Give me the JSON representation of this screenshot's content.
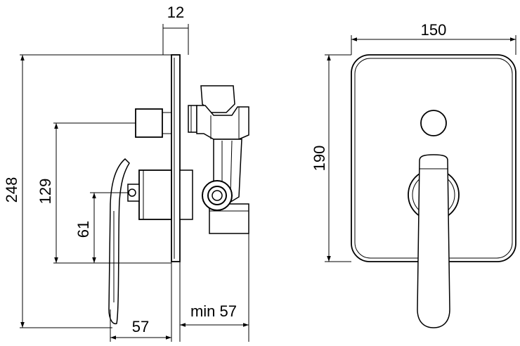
{
  "dimensions": {
    "wall_thickness": "12",
    "total_height": "248",
    "height_outlet": "129",
    "height_lever": "61",
    "depth_front": "57",
    "depth_min": "min 57",
    "plate_width": "150",
    "plate_height": "190"
  }
}
